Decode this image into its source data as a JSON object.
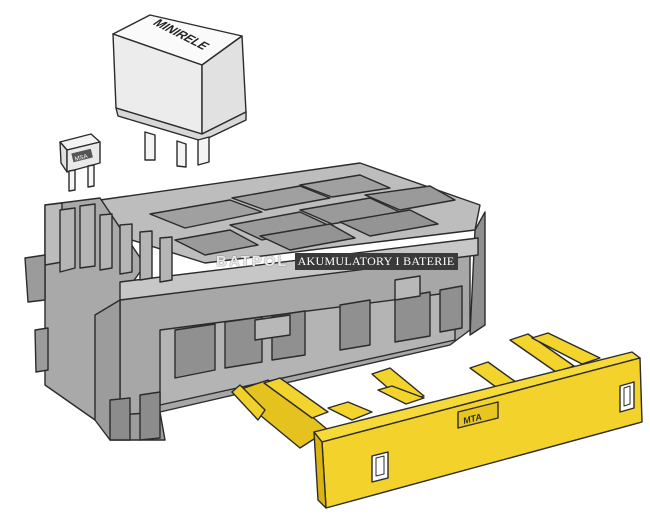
{
  "relay": {
    "brand": "MINIRELE"
  },
  "fuse": {
    "marking": "MSA"
  },
  "connector": {
    "logo": "MTA"
  },
  "watermark": {
    "brand": "BATPOL",
    "tagline": "AKUMULATORY I BATERIE"
  },
  "colors": {
    "housing": "#a9a9a9",
    "housing_dark": "#8a8a8a",
    "housing_light": "#c2c2c2",
    "connector": "#f3d22b",
    "connector_dark": "#d9b314",
    "relay": "#f2f2f2",
    "outline": "#2b2b2b"
  }
}
